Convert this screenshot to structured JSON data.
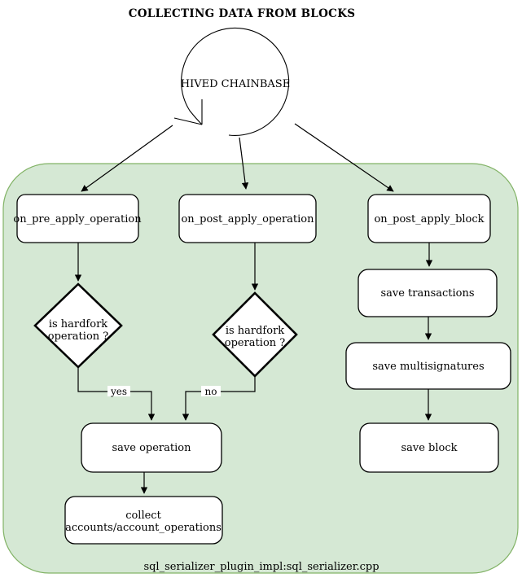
{
  "title": "COLLECTING DATA FROM BLOCKS",
  "root": {
    "label": "HIVED CHAINBASE"
  },
  "container": {
    "caption": "sql_serializer_plugin_impl:sql_serializer.cpp",
    "fill": "#d5e8d4",
    "border": "#82b366"
  },
  "nodes": {
    "on_pre_apply_operation": {
      "label": "on_pre_apply_operation"
    },
    "on_post_apply_operation": {
      "label": "on_post_apply_operation"
    },
    "on_post_apply_block": {
      "label": "on_post_apply_block"
    },
    "save_transactions": {
      "label": "save transactions"
    },
    "save_multisignatures": {
      "label": "save multisignatures"
    },
    "save_block": {
      "label": "save block"
    },
    "save_operation": {
      "label": "save operation"
    },
    "collect_accounts": {
      "line1": "collect",
      "line2": "accounts/account_operations"
    }
  },
  "decisions": {
    "d1": {
      "line1": "is hardfork",
      "line2": "operation ?"
    },
    "d2": {
      "line1": "is hardfork",
      "line2": "operation ?"
    }
  },
  "edge_labels": {
    "yes": "yes",
    "no": "no"
  }
}
